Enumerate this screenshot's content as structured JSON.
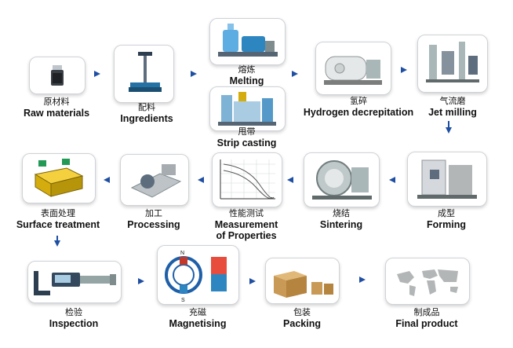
{
  "steps": {
    "raw_materials": {
      "cn": "原材料",
      "en": "Raw materials"
    },
    "ingredients": {
      "cn": "配料",
      "en": "Ingredients"
    },
    "melting": {
      "cn": "熔炼",
      "en": "Melting"
    },
    "strip_casting": {
      "cn": "甩带",
      "en": "Strip casting"
    },
    "hydrogen": {
      "cn": "氢碎",
      "en": "Hydrogen decrepitation"
    },
    "jet_milling": {
      "cn": "气流磨",
      "en": "Jet milling"
    },
    "forming": {
      "cn": "成型",
      "en": "Forming"
    },
    "sintering": {
      "cn": "烧结",
      "en": "Sintering"
    },
    "measurement": {
      "cn": "性能测试",
      "en1": "Measurement",
      "en2": "of Properties"
    },
    "processing": {
      "cn": "加工",
      "en": "Processing"
    },
    "surface": {
      "cn": "表面处理",
      "en": "Surface treatment"
    },
    "inspection": {
      "cn": "检验",
      "en": "Inspection"
    },
    "magnetising": {
      "cn": "充磁",
      "en": "Magnetising"
    },
    "packing": {
      "cn": "包装",
      "en": "Packing"
    },
    "final_product": {
      "cn": "制成品",
      "en": "Final product"
    }
  },
  "illustrations": {
    "magnet_pole_n": "N",
    "magnet_pole_s": "S"
  },
  "colors": {
    "arrow": "#1f4fa3",
    "box_border": "#cfd3d8"
  }
}
